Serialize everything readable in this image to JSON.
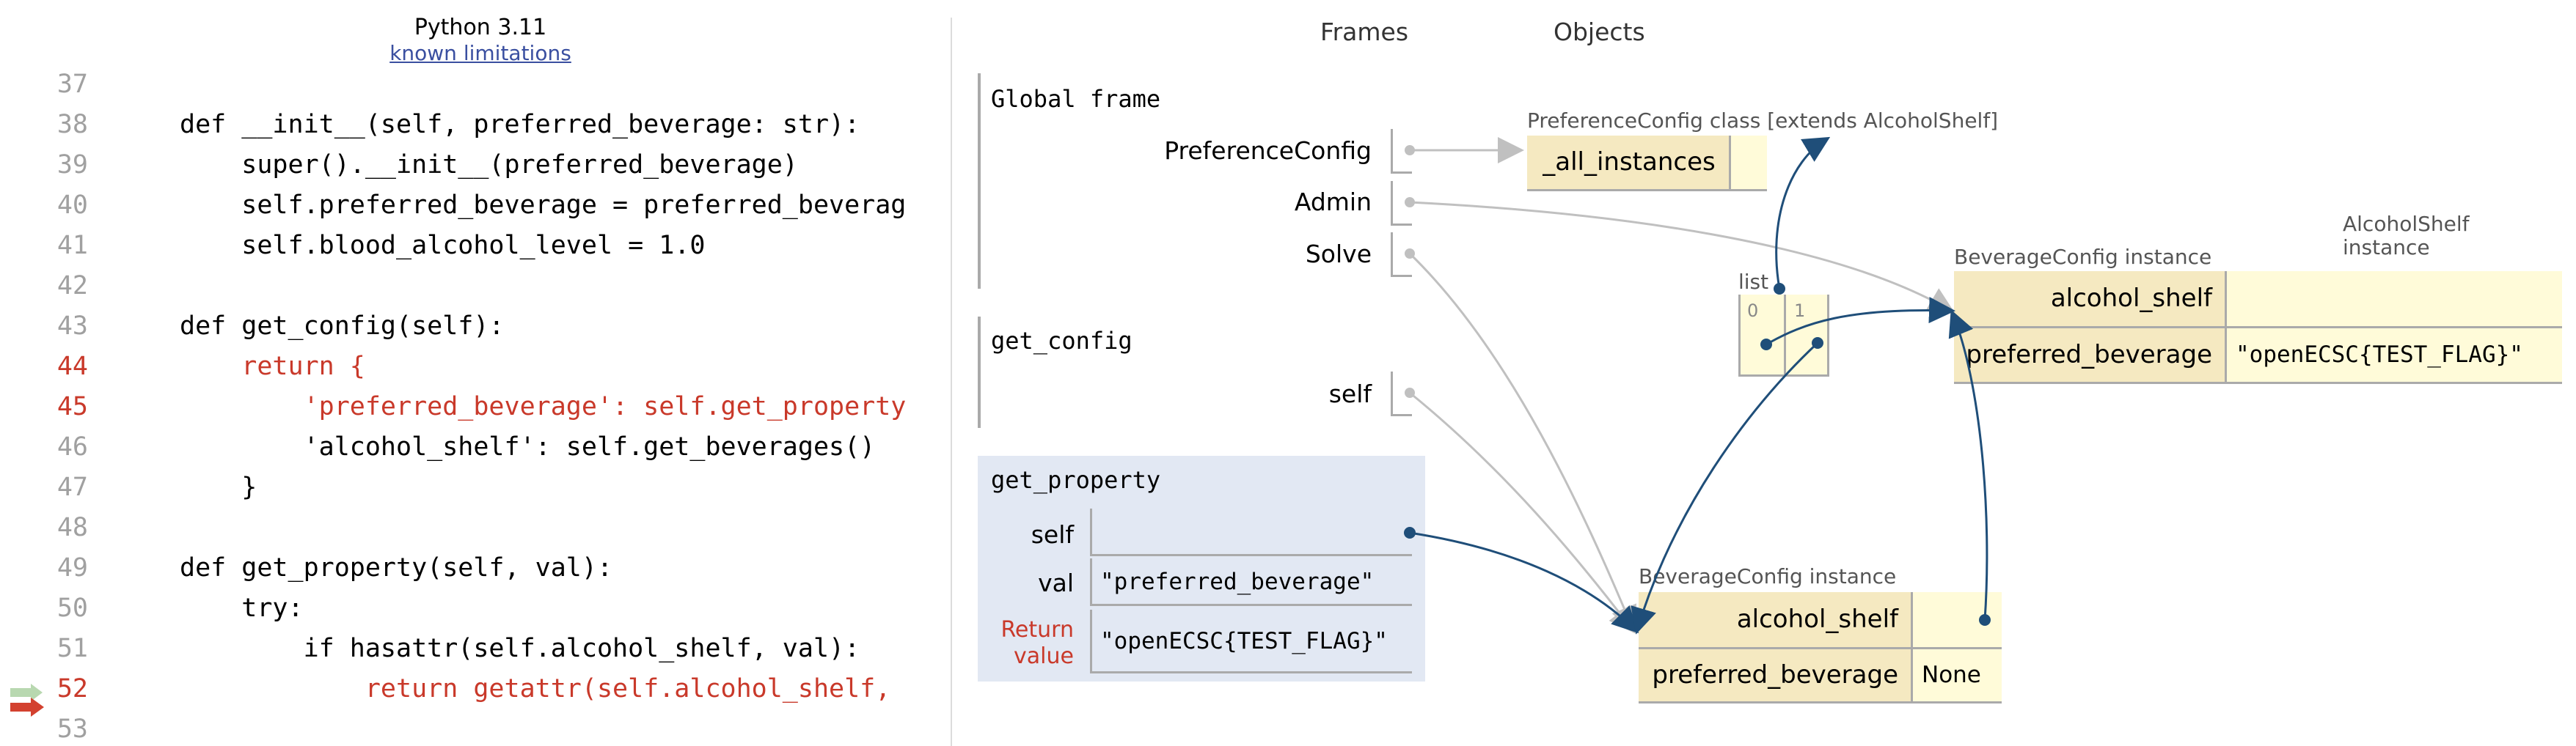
{
  "header": {
    "version": "Python 3.11",
    "limitations_link": "known limitations"
  },
  "code": {
    "lines": [
      {
        "num": "37",
        "text": ""
      },
      {
        "num": "38",
        "text": "def __init__(self, preferred_beverage: str):"
      },
      {
        "num": "39",
        "text": "    super().__init__(preferred_beverage)"
      },
      {
        "num": "40",
        "text": "    self.preferred_beverage = preferred_beverag"
      },
      {
        "num": "41",
        "text": "    self.blood_alcohol_level = 1.0"
      },
      {
        "num": "42",
        "text": ""
      },
      {
        "num": "43",
        "text": "def get_config(self):"
      },
      {
        "num": "44",
        "text": "    return {"
      },
      {
        "num": "45",
        "text": "        'preferred_beverage': self.get_property"
      },
      {
        "num": "46",
        "text": "        'alcohol_shelf': self.get_beverages()"
      },
      {
        "num": "47",
        "text": "    }"
      },
      {
        "num": "48",
        "text": ""
      },
      {
        "num": "49",
        "text": "def get_property(self, val):"
      },
      {
        "num": "50",
        "text": "    try:"
      },
      {
        "num": "51",
        "text": "        if hasattr(self.alcohol_shelf, val):"
      },
      {
        "num": "52",
        "text": "            return getattr(self.alcohol_shelf,"
      },
      {
        "num": "53",
        "text": ""
      }
    ],
    "highlighted_lines": [
      "44",
      "45",
      "52"
    ]
  },
  "panels": {
    "frames_label": "Frames",
    "objects_label": "Objects"
  },
  "frames": {
    "global": {
      "title": "Global frame",
      "vars": [
        "PreferenceConfig",
        "Admin",
        "Solve"
      ]
    },
    "get_config": {
      "title": "get_config",
      "vars": [
        "self"
      ]
    },
    "get_property": {
      "title": "get_property",
      "self_label": "self",
      "val_label": "val",
      "val_value": "\"preferred_beverage\"",
      "return_label_1": "Return",
      "return_label_2": "value",
      "return_value": "\"openECSC{TEST_FLAG}\""
    }
  },
  "objects": {
    "pref_class_label": "PreferenceConfig class [extends AlcoholShelf]",
    "pref_class_attr": "_all_instances",
    "list_label": "list",
    "list_indices": [
      "0",
      "1"
    ],
    "alcoholshelf_label_1": "AlcoholShelf",
    "alcoholshelf_label_2": "instance",
    "bev_top_label": "BeverageConfig instance",
    "bev_top_key1": "alcohol_shelf",
    "bev_top_key2": "preferred_beverage",
    "bev_top_val2": "\"openECSC{TEST_FLAG}\"",
    "bev_bottom_label": "BeverageConfig instance",
    "bev_bottom_key1": "alcohol_shelf",
    "bev_bottom_key2": "preferred_beverage",
    "bev_bottom_val2": "None"
  },
  "colors": {
    "highlight_red": "#c9392a",
    "pointer_blue": "#1f4e79",
    "pointer_gray": "#c0c0c0",
    "heap_key_bg": "#f5e9c1",
    "heap_val_bg": "#fffbd9",
    "active_frame_bg": "#e2e8f3"
  }
}
